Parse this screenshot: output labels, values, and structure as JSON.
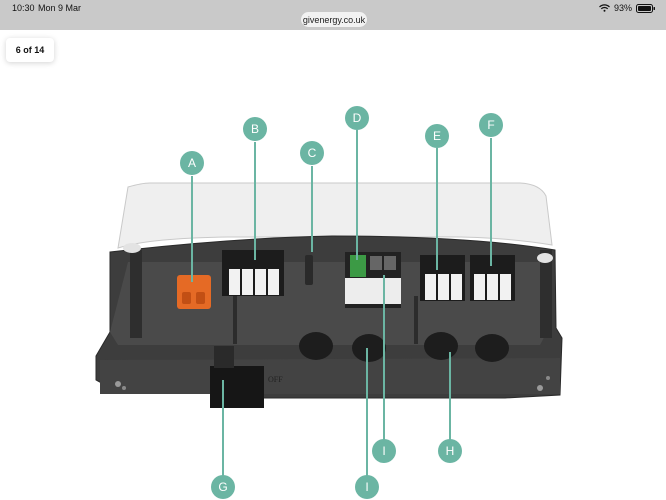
{
  "status_bar": {
    "time": "10:30",
    "date": "Mon 9 Mar",
    "battery": "93%"
  },
  "browser": {
    "url": "givenergy.co.uk"
  },
  "gallery": {
    "counter": "6 of 14"
  },
  "diagram": {
    "accent_color": "#6bb5a3",
    "switch_text": "OFF",
    "callouts": [
      "A",
      "B",
      "C",
      "D",
      "E",
      "F",
      "G",
      "H",
      "I",
      "I"
    ]
  }
}
